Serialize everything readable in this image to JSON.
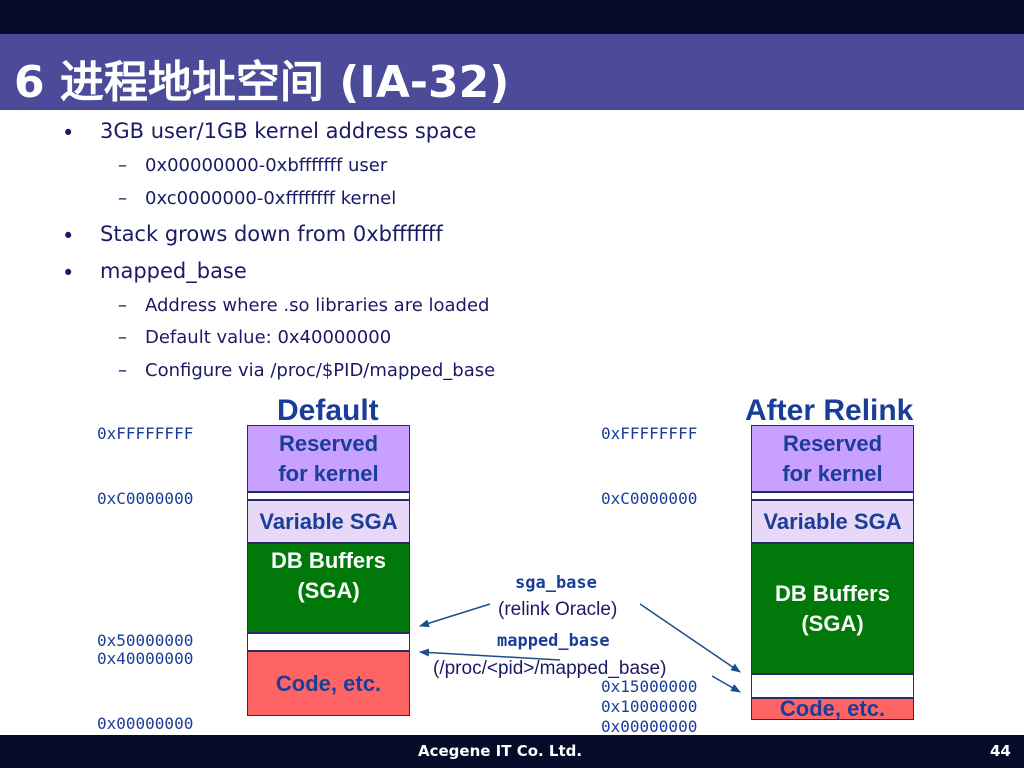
{
  "slide": {
    "title": "6 进程地址空间 (IA-32)",
    "footer_company": "Acegene IT Co. Ltd.",
    "page_number": "44"
  },
  "bullets": [
    {
      "level": 1,
      "text": "3GB user/1GB kernel address space"
    },
    {
      "level": 2,
      "text": "0x00000000-0xbfffffff user"
    },
    {
      "level": 2,
      "text": "0xc0000000-0xffffffff kernel"
    },
    {
      "level": 1,
      "text": "Stack grows down from 0xbfffffff"
    },
    {
      "level": 1,
      "text": "mapped_base"
    },
    {
      "level": 2,
      "text": "Address where .so libraries are loaded"
    },
    {
      "level": 2,
      "text": "Default value: 0x40000000"
    },
    {
      "level": 2,
      "text": "Configure via /proc/$PID/mapped_base"
    }
  ],
  "bullet_marks": {
    "level1": "•",
    "level2": "–"
  },
  "diagram": {
    "default": {
      "heading": "Default",
      "addresses": [
        "0xFFFFFFFF",
        "0xC0000000",
        "0x50000000",
        "0x40000000",
        "0x00000000"
      ],
      "regions": {
        "kernel": "Reserved\nfor kernel",
        "variable_sga": "Variable SGA",
        "db_buffers": "DB Buffers\n(SGA)",
        "code": "Code, etc."
      }
    },
    "relink": {
      "heading": "After Relink",
      "addresses": [
        "0xFFFFFFFF",
        "0xC0000000",
        "0x15000000",
        "0x10000000",
        "0x00000000"
      ],
      "regions": {
        "kernel": "Reserved\nfor kernel",
        "variable_sga": "Variable SGA",
        "db_buffers": "DB Buffers\n(SGA)",
        "code": "Code, etc."
      }
    },
    "annotations": {
      "sga_base": "sga_base",
      "sga_base_note": "(relink Oracle)",
      "mapped_base": "mapped_base",
      "mapped_base_note": "(/proc/<pid>/mapped_base)"
    },
    "colors": {
      "kernel": "#c8a0ff",
      "variable_sga": "#e8d8f8",
      "db_buffers": "#00780a",
      "code": "#ff6464",
      "heading": "#1a3e98",
      "title_bar": "#4b4b9a",
      "top_bar": "#070b2a"
    }
  }
}
